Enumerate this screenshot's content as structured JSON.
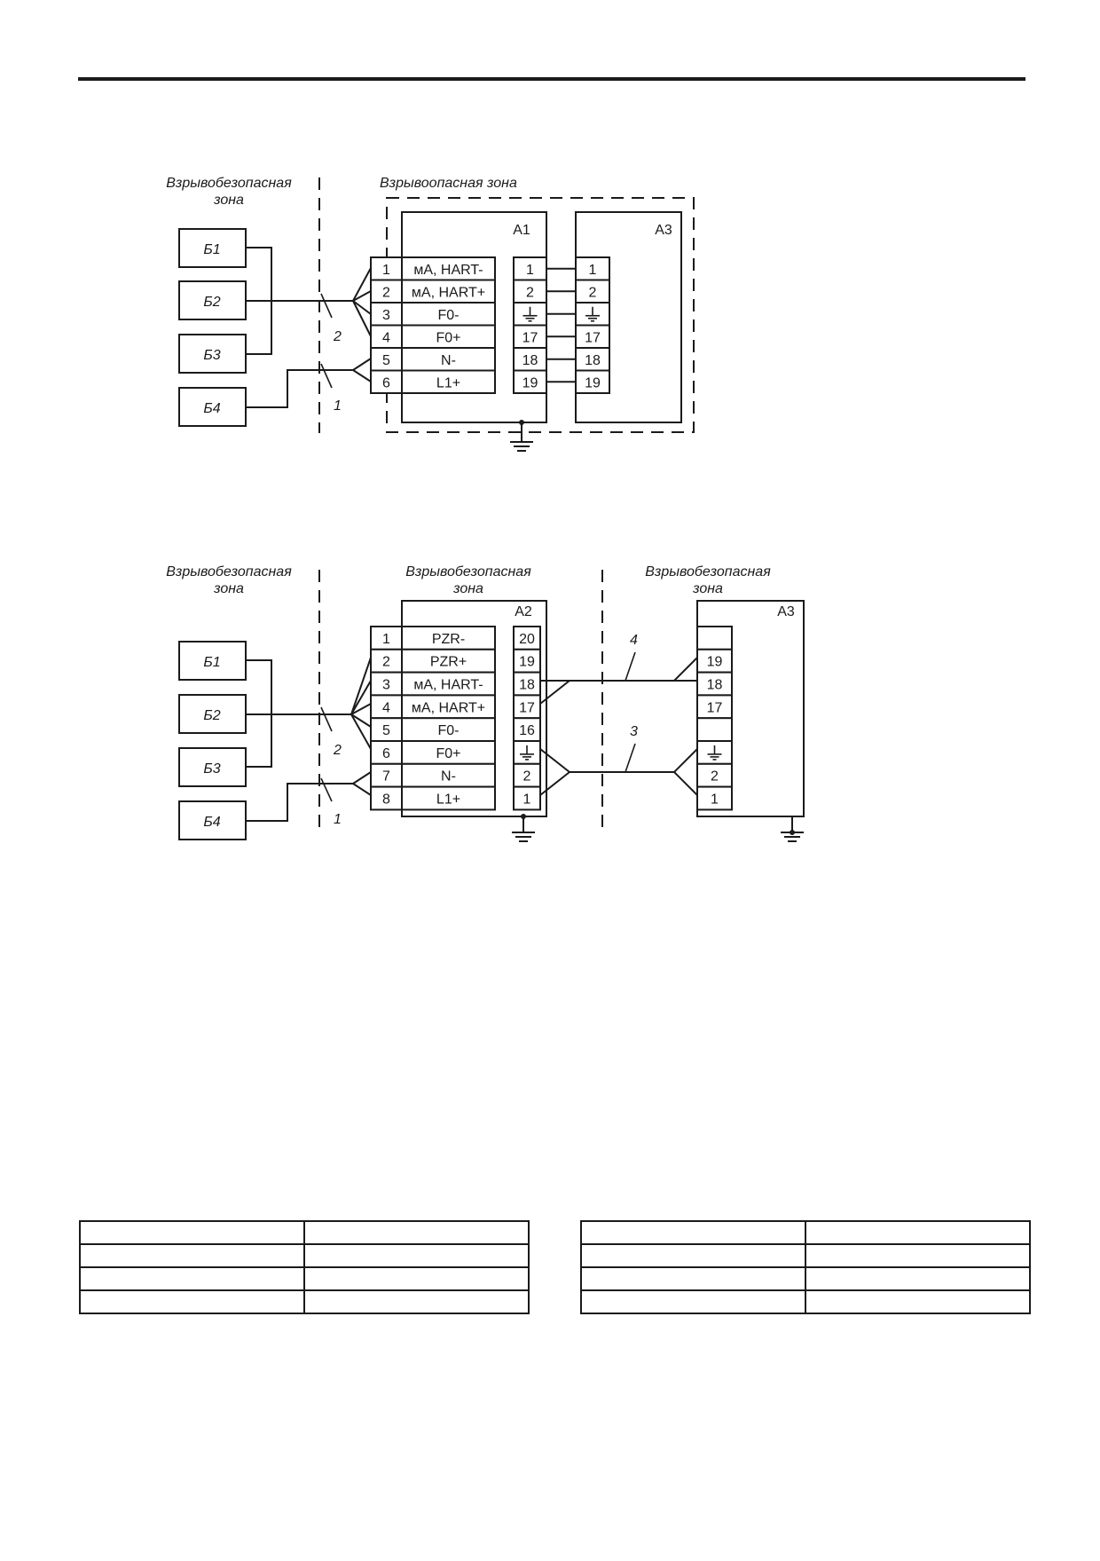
{
  "colors": {
    "ink": "#1a1a1a",
    "background": "#ffffff"
  },
  "diagram1": {
    "safe_zone": [
      "Взрывобезопасная",
      "зона"
    ],
    "hazard_zone": "Взрывоопасная зона",
    "blocks": [
      "Б1",
      "Б2",
      "Б3",
      "Б4"
    ],
    "device_left": "A1",
    "device_right": "A3",
    "terminals_left": [
      {
        "n": "1",
        "label": "мА, HART-"
      },
      {
        "n": "2",
        "label": "мА, HART+"
      },
      {
        "n": "3",
        "label": "F0-"
      },
      {
        "n": "4",
        "label": "F0+"
      },
      {
        "n": "5",
        "label": "N-"
      },
      {
        "n": "6",
        "label": "L1+"
      }
    ],
    "terminals_mid": [
      "1",
      "2",
      "ground-icon",
      "17",
      "18",
      "19"
    ],
    "terminals_right": [
      "1",
      "2",
      "ground-icon",
      "17",
      "18",
      "19"
    ],
    "cable_labels": [
      "2",
      "1"
    ]
  },
  "diagram2": {
    "safe_zone_left": [
      "Взрывобезопасная",
      "зона"
    ],
    "safe_zone_mid": [
      "Взрывобезопасная",
      "зона"
    ],
    "safe_zone_right": [
      "Взрывобезопасная",
      "зона"
    ],
    "blocks": [
      "Б1",
      "Б2",
      "Б3",
      "Б4"
    ],
    "device_mid": "A2",
    "device_right": "A3",
    "terminals_left": [
      {
        "n": "1",
        "label": "PZR-"
      },
      {
        "n": "2",
        "label": "PZR+"
      },
      {
        "n": "3",
        "label": "мА, HART-"
      },
      {
        "n": "4",
        "label": "мА, HART+"
      },
      {
        "n": "5",
        "label": "F0-"
      },
      {
        "n": "6",
        "label": "F0+"
      },
      {
        "n": "7",
        "label": "N-"
      },
      {
        "n": "8",
        "label": "L1+"
      }
    ],
    "terminals_mid": [
      "20",
      "19",
      "18",
      "17",
      "16",
      "ground-icon",
      "2",
      "1"
    ],
    "terminals_right": [
      "",
      "19",
      "18",
      "17",
      "",
      "ground-icon",
      "2",
      "1"
    ],
    "cable_labels": [
      "2",
      "1",
      "4",
      "3"
    ]
  }
}
